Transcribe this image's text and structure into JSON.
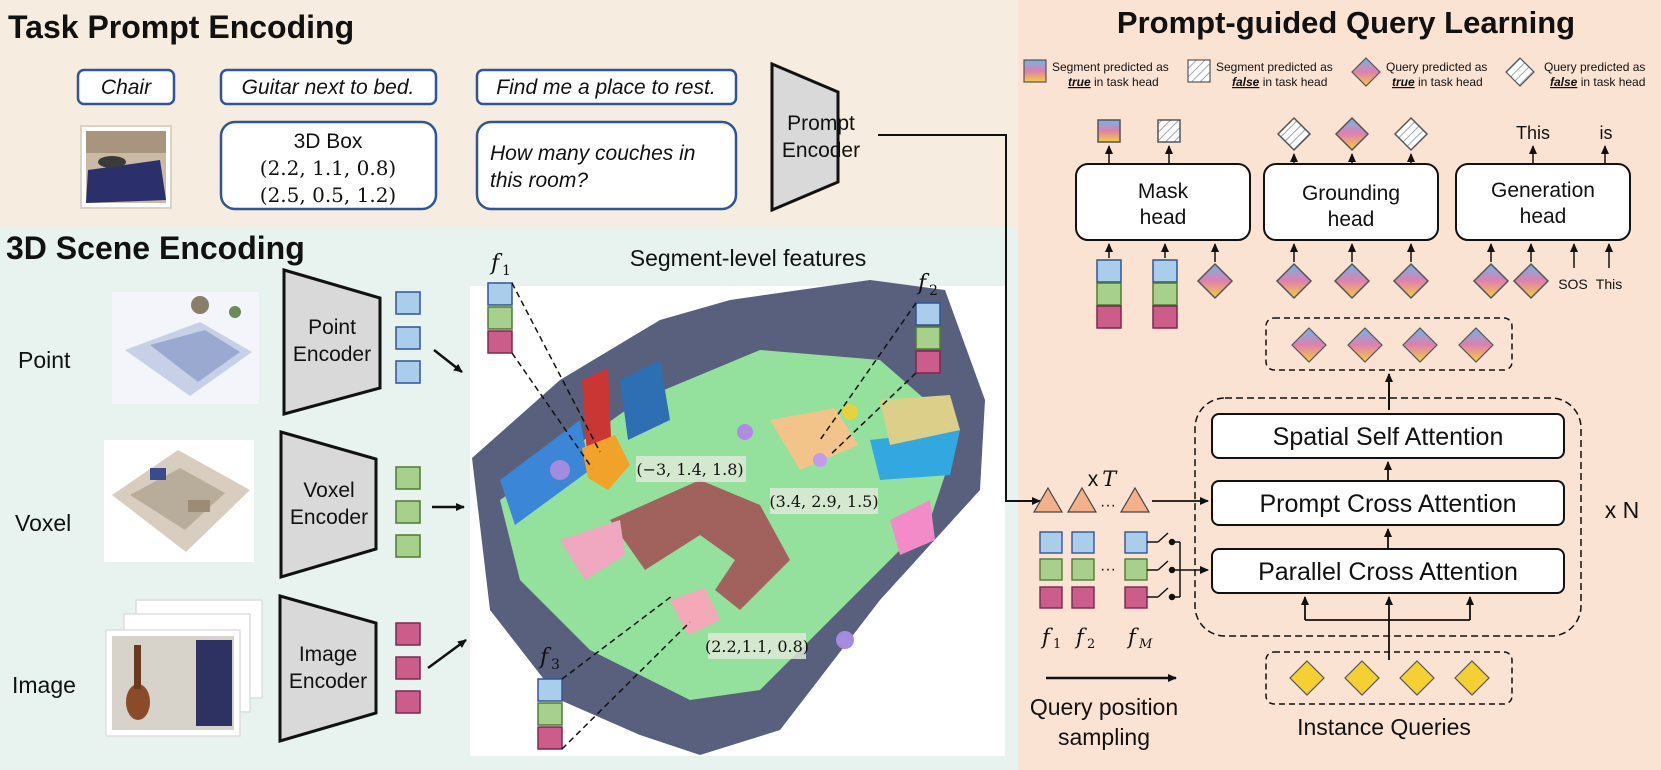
{
  "task_prompt": {
    "title": "Task Prompt Encoding",
    "prompts": {
      "chair": "Chair",
      "guitar": "Guitar next to bed.",
      "rest": "Find me a place to rest.",
      "box_label": "3D Box",
      "box_coord_1": "(2.2, 1.1, 0.8)",
      "box_coord_2": "(2.5, 0.5, 1.2)",
      "couches_1": "How many couches in",
      "couches_2": "this room?"
    },
    "encoder_line1": "Prompt",
    "encoder_line2": "Encoder"
  },
  "scene": {
    "title": "3D Scene Encoding",
    "rows": [
      {
        "label": "Point",
        "enc1": "Point",
        "enc2": "Encoder",
        "color": "#a9cdea"
      },
      {
        "label": "Voxel",
        "enc1": "Voxel",
        "enc2": "Encoder",
        "color": "#a8d08d"
      },
      {
        "label": "Image",
        "enc1": "Image",
        "enc2": "Encoder",
        "color": "#cc5c8a"
      }
    ],
    "segment_title": "Segment-level features",
    "features": {
      "f1": "f",
      "f1_sub": "1",
      "f2": "f",
      "f2_sub": "2",
      "f3": "f",
      "f3_sub": "3"
    },
    "coords": {
      "c1": "(−3, 1.4, 1.8)",
      "c2": "(3.4, 2.9, 1.5)",
      "c3": "(2.2,1.1, 0.8)"
    }
  },
  "query": {
    "title": "Prompt-guided Query Learning",
    "legend": {
      "seg_true_1": "Segment predicted as",
      "seg_true_bold": "true",
      "seg_true_rest": " in task head",
      "seg_false_1": "Segment predicted as",
      "seg_false_bold": "false",
      "seg_false_rest": " in task head",
      "q_true_1": "Query predicted as",
      "q_true_bold": "true",
      "q_true_rest": " in task head",
      "q_false_1": "Query predicted as",
      "q_false_bold": "false",
      "q_false_rest": " in task head"
    },
    "heads": {
      "mask_1": "Mask",
      "mask_2": "head",
      "grounding_1": "Grounding",
      "grounding_2": "head",
      "generation_1": "Generation",
      "generation_2": "head"
    },
    "gen_out_1": "This",
    "gen_out_2": "is",
    "gen_in_1": "SOS",
    "gen_in_2": "This",
    "layers": {
      "spatial": "Spatial Self Attention",
      "prompt": "Prompt Cross Attention",
      "parallel": "Parallel Cross Attention"
    },
    "repeat_T_x": "x",
    "repeat_T": "T",
    "repeat_N": "x N",
    "dots": "···",
    "f_labels": {
      "f1": "f",
      "f1_sub": "1",
      "f2": "f",
      "f2_sub": "2",
      "fm": "f",
      "fm_sub": "M"
    },
    "sampling_1": "Query position",
    "sampling_2": "sampling",
    "instance": "Instance Queries"
  },
  "colors": {
    "top_bg": "#f6ece0",
    "left_bg": "#e8f3ef",
    "right_bg": "#fbe3d4",
    "blue": "#a9cdea",
    "green": "#a8d08d",
    "pink": "#cc5c8a",
    "yellow": "#f5d033",
    "orange": "#f3b089",
    "navy": "#2f5597"
  }
}
